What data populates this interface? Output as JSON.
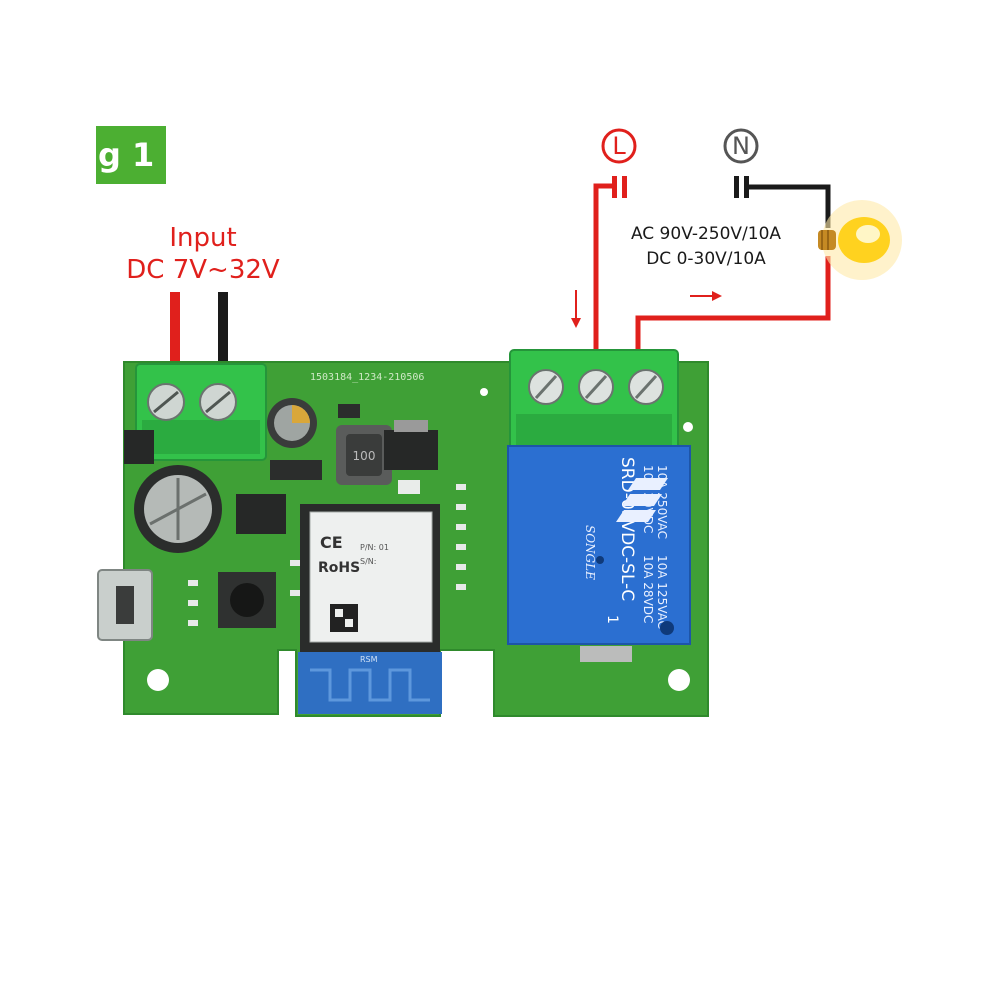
{
  "figure": {
    "tag": "g 1"
  },
  "input": {
    "title": "Input",
    "range": "DC 7V~32V"
  },
  "terminals": {
    "live": "L",
    "neutral": "N"
  },
  "load_spec": {
    "ac": "AC 90V-250V/10A",
    "dc": "DC 0-30V/10A"
  },
  "board": {
    "silkscreen_code": "1503184_1234-210506",
    "module_texts": [
      "CE",
      "RoHS",
      "P/N: 01",
      "S/N:",
      "RSM"
    ],
    "relay_texts": [
      "10A 250VAC",
      "10A 30VDC",
      "10A 125VAC",
      "10A 28VDC",
      "SRD-05VDC-SL-C",
      "SONGLE",
      "1"
    ],
    "inductor_text": "100"
  },
  "colors": {
    "pcb": "#3fa036",
    "terminal_block": "#33c24a",
    "live_wire": "#e0201c",
    "neutral_wire": "#1a1a1a",
    "relay": "#2b6fd1",
    "fig_tag": "#4caf32"
  }
}
